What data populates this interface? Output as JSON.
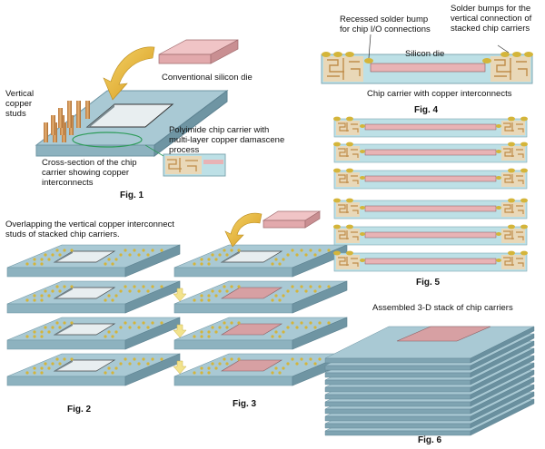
{
  "fig1": {
    "caption": "Fig. 1",
    "labels": {
      "conventional_die": "Conventional silicon die",
      "vertical_studs": "Vertical\ncopper\nstuds",
      "polyimide_carrier": "Polyimide chip carrier with\nmulti-layer copper damascene\nprocess",
      "cross_section": "Cross-section of the chip\ncarrier showing copper\ninterconnects"
    }
  },
  "fig2": {
    "caption": "Fig. 2",
    "labels": {
      "overlapping": "Overlapping the vertical copper interconnect\nstuds of stacked chip carriers."
    }
  },
  "fig3": {
    "caption": "Fig. 3"
  },
  "fig4": {
    "caption": "Fig. 4",
    "labels": {
      "recessed_bump": "Recessed solder bump\nfor chip I/O connections",
      "solder_bumps": "Solder bumps for the\nvertical connection of\nstacked chip carriers",
      "silicon_die": "Silicon die",
      "chip_carrier": "Chip carrier with copper interconnects"
    }
  },
  "fig5": {
    "caption": "Fig. 5"
  },
  "fig6": {
    "caption": "Fig. 6",
    "labels": {
      "assembled": "Assembled 3-D stack of chip carriers"
    }
  },
  "colors": {
    "carrier_top": "#a9c9d4",
    "carrier_side": "#6f95a3",
    "carrier_front": "#8db2bf",
    "silicon_die": "#e8b3b5",
    "copper": "#d9a35b",
    "solder": "#d4b53a",
    "arrow": "#e7b52e"
  }
}
